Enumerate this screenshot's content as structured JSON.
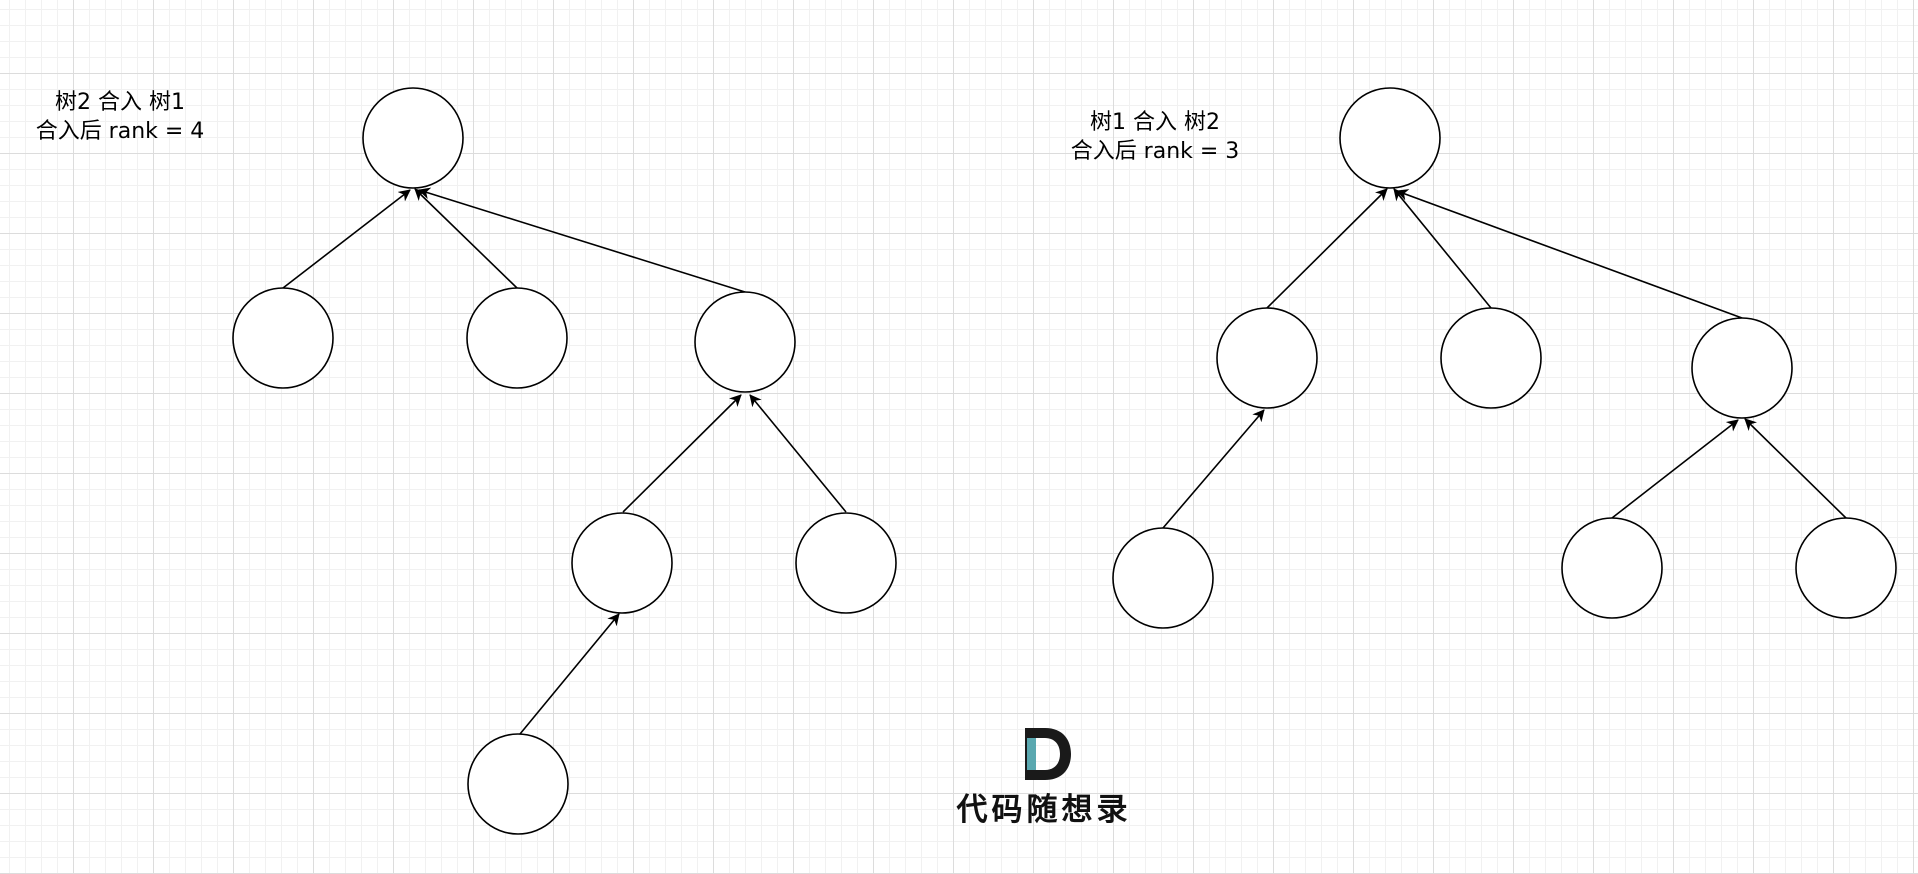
{
  "diagram": {
    "left_tree": {
      "caption_line1": "树2 合入 树1",
      "caption_line2": "合入后 rank = 4"
    },
    "right_tree": {
      "caption_line1": "树1 合入 树2",
      "caption_line2": "合入后 rank = 3"
    }
  },
  "logo": {
    "text": "代码随想录",
    "colors": {
      "mark": "#1a1a1a",
      "accent": "#5aa8b0"
    }
  }
}
